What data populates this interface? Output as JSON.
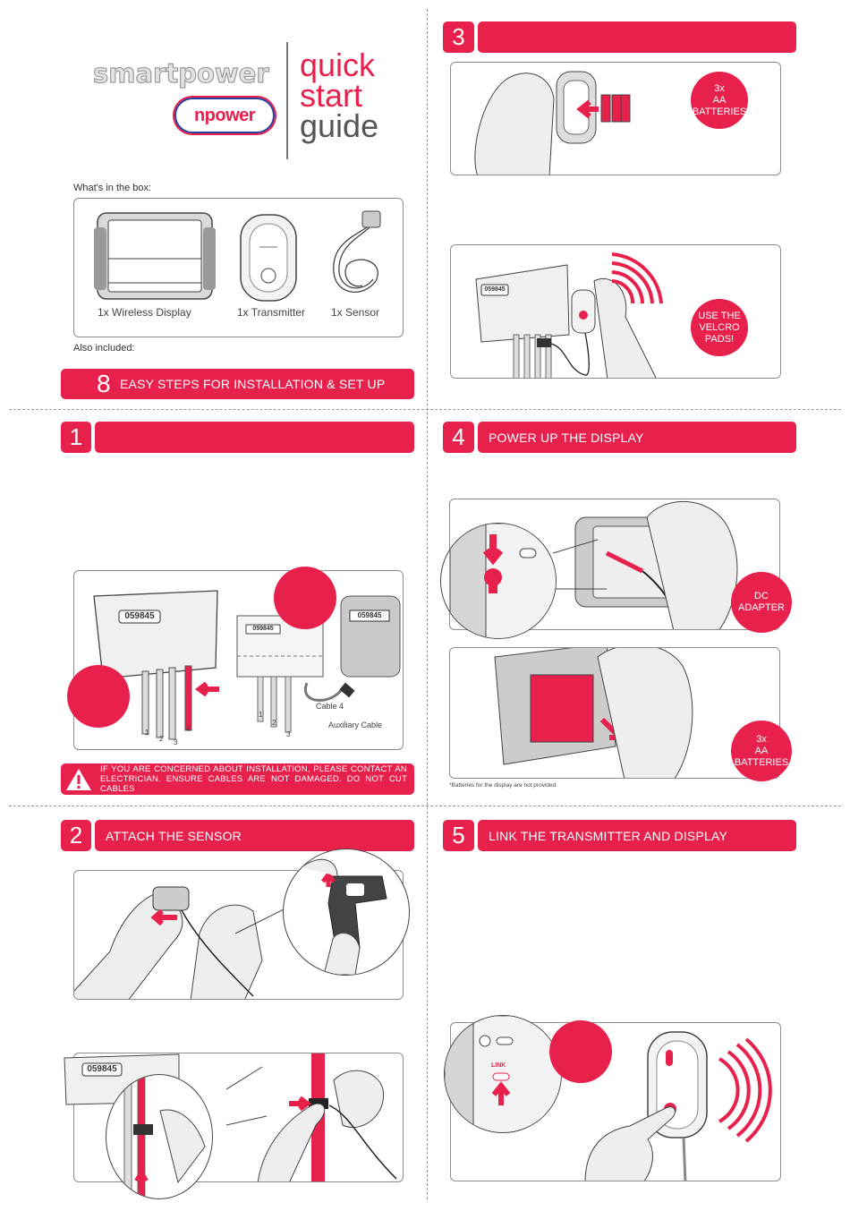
{
  "header": {
    "brand_logo": "smartpower",
    "npower_logo": "npower",
    "title_lines": [
      "quick",
      "start",
      "guide"
    ]
  },
  "box": {
    "heading": "What's in the box:",
    "items": [
      {
        "label": "1x Wireless Display",
        "icon": "display-icon"
      },
      {
        "label": "1x Transmitter",
        "icon": "transmitter-icon"
      },
      {
        "label": "1x Sensor",
        "icon": "sensor-icon"
      }
    ],
    "also_included": "Also included:"
  },
  "steps_banner": {
    "number": "8",
    "text": "EASY STEPS FOR INSTALLATION & SET UP"
  },
  "step1": {
    "number": "1",
    "title": "",
    "meter_number": "059845",
    "meter_digits": "059845",
    "cable_labels": [
      "1",
      "2",
      "3",
      "4"
    ],
    "cable4_label": "Cable 4",
    "aux_label": "Auxiliary Cable",
    "warning": "IF YOU ARE CONCERNED ABOUT INSTALLATION, PLEASE CONTACT AN ELECTRICIAN. ENSURE CABLES ARE NOT DAMAGED. DO NOT CUT CABLES"
  },
  "step2": {
    "number": "2",
    "title": "ATTACH THE SENSOR",
    "meter_number": "059845"
  },
  "step3": {
    "number": "3",
    "title": "",
    "batteries_label": [
      "3x",
      "AA",
      "BATTERIES"
    ],
    "velcro_label": [
      "USE THE",
      "VELCRO",
      "PADS!"
    ],
    "meter_number": "059845"
  },
  "step4": {
    "number": "4",
    "title": "POWER UP THE DISPLAY",
    "dc_label": [
      "DC",
      "ADAPTER"
    ],
    "batteries_label": [
      "3x",
      "AA",
      "BATTERIES"
    ],
    "footnote": "*Batteries for the display are not provided"
  },
  "step5": {
    "number": "5",
    "title": "LINK THE TRANSMITTER AND DISPLAY",
    "link_label": "LINK"
  },
  "colors": {
    "accent": "#e8214c",
    "npower_blue": "#2b3f9e",
    "panel_border": "#8d8d8d"
  }
}
